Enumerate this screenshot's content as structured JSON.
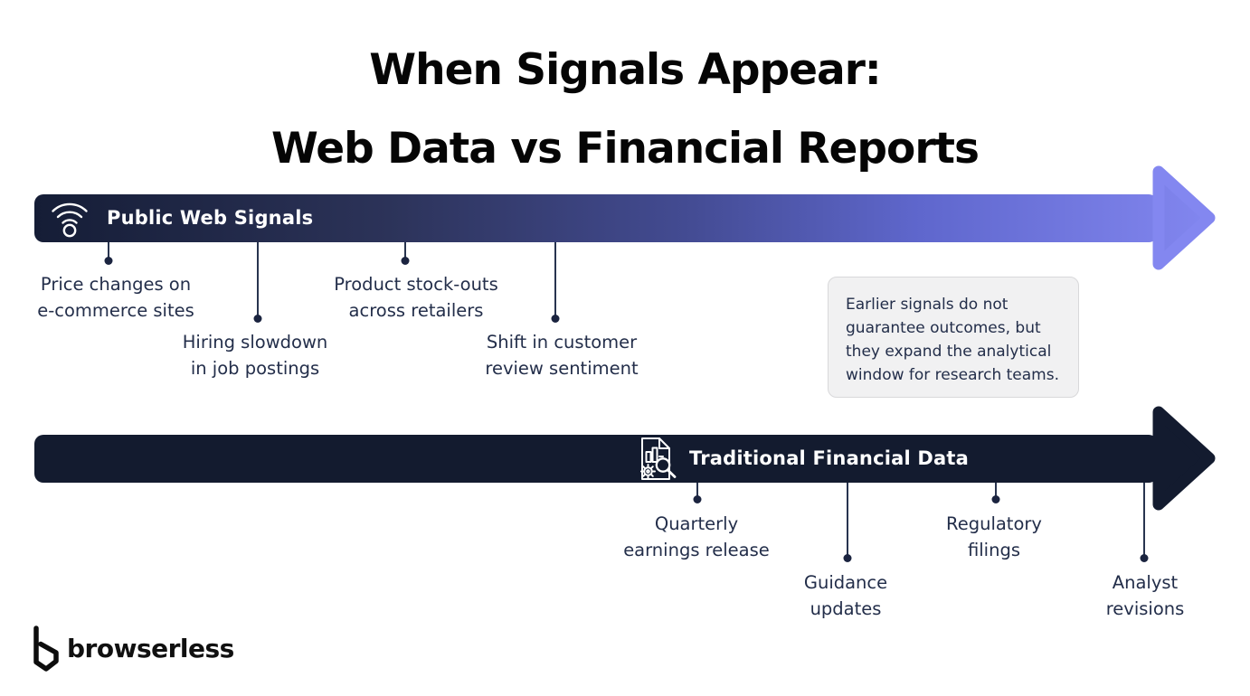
{
  "title": {
    "line1": "When Signals Appear:",
    "line2": "Web Data vs Financial Reports"
  },
  "web_timeline": {
    "label": "Public Web Signals",
    "icon": "wifi-icon",
    "gradient_start": "#151d36",
    "gradient_end": "#8387f0",
    "events": [
      {
        "text": "Price changes on\ne-commerce sites"
      },
      {
        "text": "Hiring slowdown\nin job postings"
      },
      {
        "text": "Product stock-outs\nacross retailers"
      },
      {
        "text": "Shift in customer\nreview sentiment"
      }
    ]
  },
  "financial_timeline": {
    "label": "Traditional Financial Data",
    "icon": "financial-report-icon",
    "color": "#131b2f",
    "events": [
      {
        "text": "Quarterly\nearnings release"
      },
      {
        "text": "Guidance\nupdates"
      },
      {
        "text": "Regulatory\nfilings"
      },
      {
        "text": "Analyst\nrevisions"
      }
    ]
  },
  "note": {
    "text": "Earlier signals do not guarantee outcomes, but they expand the analytical window for research teams."
  },
  "logo": {
    "text": "browserless"
  },
  "palette": {
    "callout_text": "#232e4a",
    "note_background": "#f1f1f2",
    "arrow_dark": "#131b2f",
    "arrow_purple": "#8387f0"
  }
}
